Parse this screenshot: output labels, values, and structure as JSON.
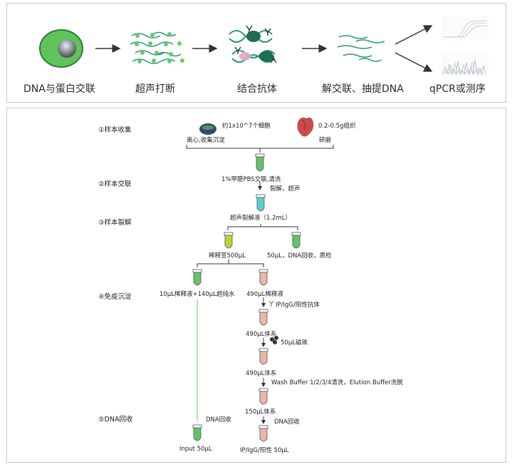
{
  "workflow": {
    "stages": [
      "DNA与蛋白交联",
      "超声打断",
      "结合抗体",
      "解交联、抽提DNA",
      "qPCR或测序"
    ]
  },
  "protocol": {
    "steps": {
      "s1": "①样本收集",
      "s2": "②样本交联",
      "s3": "③样本裂解",
      "s4": "④免疫沉淀",
      "s5": "⑤DNA回收"
    },
    "notes": {
      "cells": "约1x10^7个细胞",
      "tissue": "0.2-0.5g组织",
      "centrifuge": "离心,收集沉淀",
      "grind": "研磨",
      "crosslink": "1%甲醛PBS交联,清洗",
      "lyse_sonicate": "裂解，超声",
      "sonication_buffer": "超声裂解液（1.2mL）",
      "dilute": "稀释至500μL",
      "qc": "50μL，DNA回收，质检",
      "input_mix": "10μL稀释液+140μL超纯水",
      "diluted_490": "490μL稀释液",
      "antibody": "IP/IgG/阳性抗体",
      "system_490a": "490μL体系",
      "beads": "50μL磁珠",
      "system_490b": "490μL体系",
      "wash": "Wash Buffer 1/2/3/4清洗，Elution Buffer洗脱",
      "system_150": "150μL体系",
      "dna_recovery_left": "DNA回收",
      "dna_recovery_right": "DNA回收",
      "input_final": "Input 50μL",
      "ip_final": "IP/IgG/阳性  50μL"
    }
  }
}
